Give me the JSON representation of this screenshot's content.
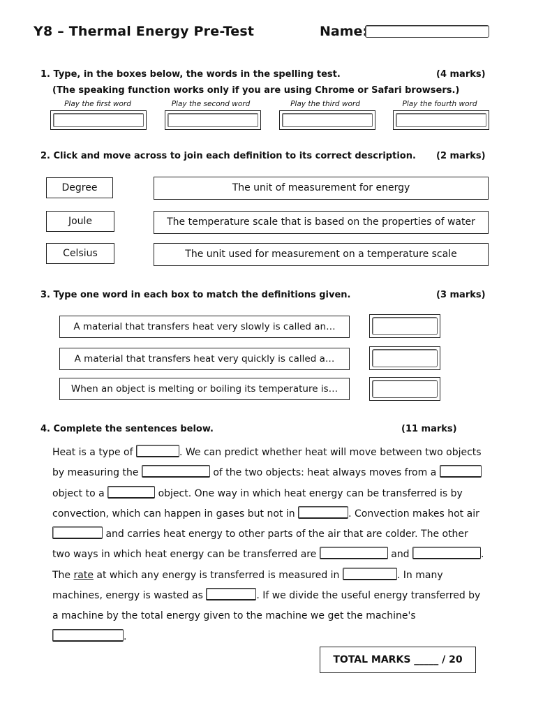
{
  "header": {
    "title": "Y8 – Thermal Energy Pre-Test",
    "name_label": "Name:"
  },
  "q1": {
    "prompt": "1. Type, in the boxes below, the words in the spelling test.",
    "marks": "(4 marks)",
    "note": "(The speaking function works only if you are using Chrome or Safari browsers.)",
    "play_labels": [
      "Play the first word",
      "Play the second word",
      "Play the third word",
      "Play the fourth word"
    ]
  },
  "q2": {
    "prompt": "2. Click and move across to join each definition to its correct description.",
    "marks": "(2 marks)",
    "terms": [
      "Degree",
      "Joule",
      "Celsius"
    ],
    "descriptions": [
      "The unit of measurement for energy",
      "The temperature scale that is based on the properties of water",
      "The unit used for measurement on a temperature scale"
    ]
  },
  "q3": {
    "prompt": "3. Type one word in each box to match the definitions given.",
    "marks": "(3 marks)",
    "definitions": [
      "A material that transfers heat very slowly is called an…",
      "A material that transfers heat very quickly is called a…",
      "When an object is melting or boiling its temperature is…"
    ]
  },
  "q4": {
    "prompt": "4. Complete the sentences below.",
    "marks": "(11 marks)",
    "t1": "Heat is a type of",
    "t2": ". We can predict whether heat will move between two objects",
    "t3": "by measuring the",
    "t4": "of the two objects: heat always moves from a",
    "t5": "object to a",
    "t6": "object. One way in which heat energy can be transferred is by",
    "t7": "convection, which can happen in gases but not in",
    "t8": ". Convection makes hot air",
    "t9": "and carries heat energy to other parts of the air that are colder. The other",
    "t10": "two ways in which heat energy can be transferred are",
    "t11": "and",
    "t12": ".",
    "t13": "The",
    "t14": "rate",
    "t15": "at which any energy is transferred is measured in",
    "t16": ". In many",
    "t17": "machines, energy is wasted as",
    "t18": ". If we divide the useful energy transferred by",
    "t19": "a machine by the total energy given to the machine we get the machine's",
    "t20": "."
  },
  "footer": {
    "total_marks": "TOTAL MARKS _____ / 20"
  }
}
